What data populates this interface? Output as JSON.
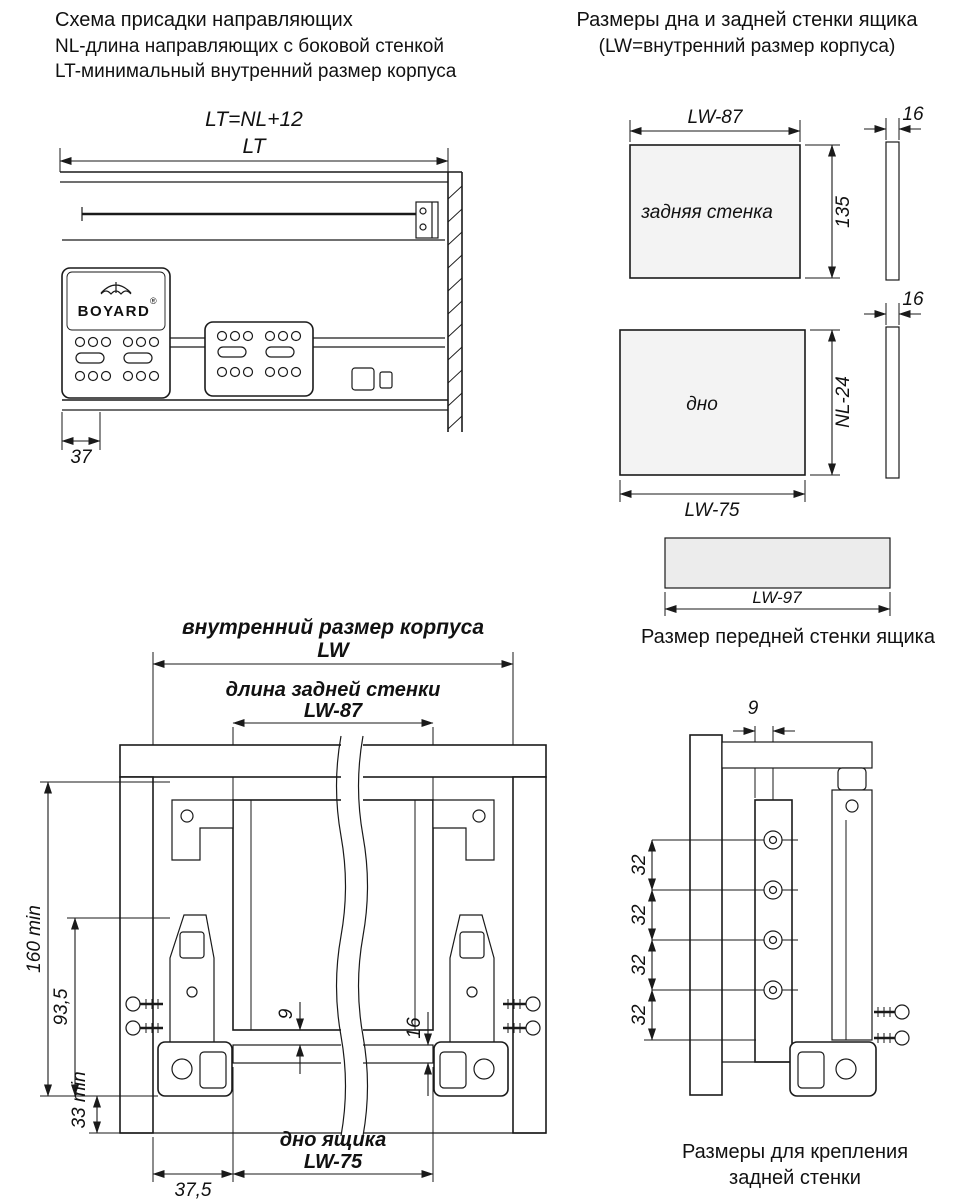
{
  "header_left": {
    "title": "Схема присадки направляющих",
    "line1": "NL-длина направляющих с боковой стенкой",
    "line2": "LT-минимальный внутренний размер корпуса"
  },
  "header_right": {
    "title": "Размеры дна и задней стенки ящика",
    "subtitle": "(LW=внутренний размер корпуса)"
  },
  "side_view": {
    "formula": "LT=NL+12",
    "dim_lt": "LT",
    "dim_37": "37",
    "brand": "BOYARD",
    "brand_reg": "®"
  },
  "back_panel": {
    "label": "задняя стенка",
    "dim_width": "LW-87",
    "dim_height": "135",
    "dim_thickness": "16"
  },
  "bottom_panel": {
    "label": "дно",
    "dim_width": "LW-75",
    "dim_height": "NL-24",
    "dim_thickness": "16"
  },
  "front_panel": {
    "dim_width": "LW-97",
    "caption": "Размер передней стенки ящика"
  },
  "front_view": {
    "label_inner_width": "внутренний размер корпуса",
    "dim_lw": "LW",
    "label_back_length": "длина задней стенки",
    "dim_lw87": "LW-87",
    "dim_160": "160 min",
    "dim_93_5": "93,5",
    "dim_33": "33 min",
    "dim_9": "9",
    "dim_16": "16",
    "label_bottom": "дно ящика",
    "dim_lw75": "LW-75",
    "dim_37_5": "37,5"
  },
  "rear_view": {
    "dim_9": "9",
    "dims_32": [
      "32",
      "32",
      "32",
      "32"
    ],
    "caption_line1": "Размеры для крепления",
    "caption_line2": "задней стенки"
  },
  "colors": {
    "line": "#1a1a1a",
    "panel_fill": "#f3f3f3",
    "front_panel_fill": "#ececec"
  }
}
